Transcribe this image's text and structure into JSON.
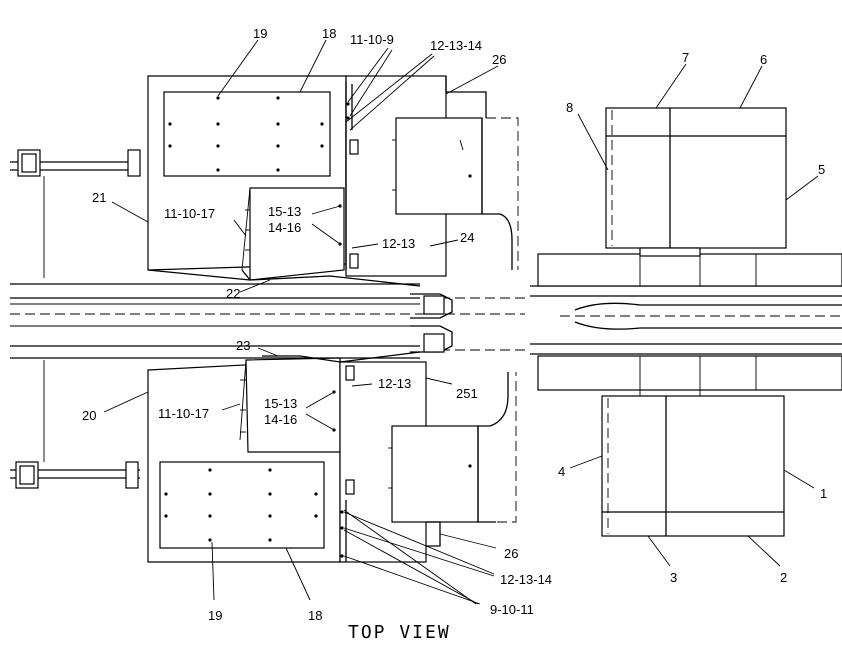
{
  "caption": "TOP VIEW",
  "callouts": {
    "c19_top": "19",
    "c18_top": "18",
    "c11_10_9": "11-10-9",
    "c12_13_14_top": "12-13-14",
    "c26_top": "26",
    "c7": "7",
    "c6": "6",
    "c8": "8",
    "c5": "5",
    "c21": "21",
    "c11_10_17_top": "11-10-17",
    "c15_13_top": "15-13",
    "c14_16_top": "14-16",
    "c12_13_top": "12-13",
    "c24": "24",
    "c22": "22",
    "c23": "23",
    "c12_13_bot": "12-13",
    "c251": "251",
    "c20": "20",
    "c11_10_17_bot": "11-10-17",
    "c15_13_bot": "15-13",
    "c14_16_bot": "14-16",
    "c4": "4",
    "c1": "1",
    "c26_bot": "26",
    "c12_13_14_bot": "12-13-14",
    "c3": "3",
    "c2": "2",
    "c19_bot": "19",
    "c18_bot": "18",
    "c9_10_11": "9-10-11"
  }
}
